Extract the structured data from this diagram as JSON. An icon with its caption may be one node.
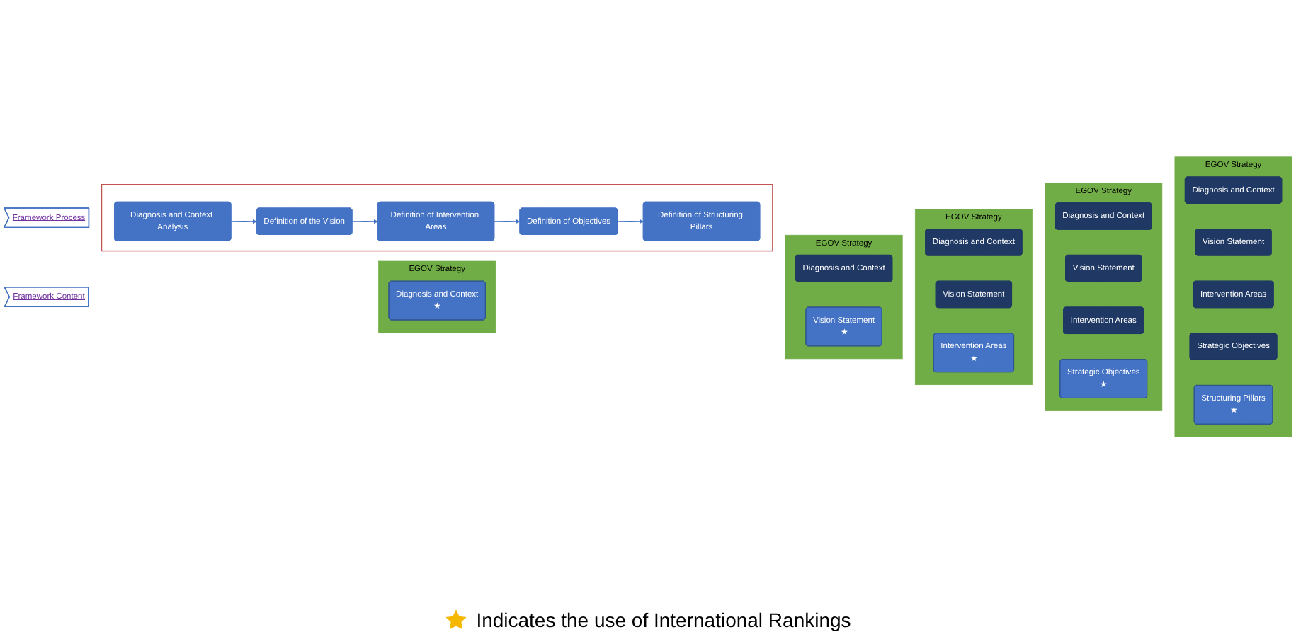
{
  "diagram": {
    "nodes": [
      {
        "text": [
          "Framework Process"
        ]
      },
      {
        "text": [],
        "shape": "box"
      },
      {
        "text": [
          "Diagnosis and Context Analysis"
        ],
        "in": 1
      },
      {
        "text": [
          "Definition of the Vision"
        ],
        "in": 1
      },
      {
        "text": [
          "Definition of Intervention Areas"
        ],
        "in": 1
      },
      {
        "text": [
          "Definition of Objectives"
        ],
        "in": 1
      },
      {
        "text": [
          "Definition of Structuring Pillars"
        ],
        "in": 1
      },
      {
        "text": [
          "Framework Content"
        ]
      },
      {
        "text": [
          "EGOV Strategy"
        ]
      },
      {
        "text": [
          "Diagnosis and Context",
          "★"
        ],
        "in": 8
      },
      {
        "text": [
          "EGOV Strategy"
        ]
      },
      {
        "text": [
          "Diagnosis and Context"
        ],
        "in": 10
      },
      {
        "text": [
          "Vision Statement",
          "★"
        ],
        "in": 10
      },
      {
        "text": [
          "EGOV Strategy"
        ]
      },
      {
        "text": [
          "Diagnosis and Context"
        ],
        "in": 13
      },
      {
        "text": [
          "Vision Statement"
        ],
        "in": 13
      },
      {
        "text": [
          "Intervention Areas",
          "★"
        ],
        "in": 13
      },
      {
        "text": [
          "EGOV Strategy"
        ]
      },
      {
        "text": [
          "Diagnosis and Context"
        ],
        "in": 17
      },
      {
        "text": [
          "Vision Statement"
        ],
        "in": 17
      },
      {
        "text": [
          "Intervention Areas"
        ],
        "in": 17
      },
      {
        "text": [
          "Strategic Objectives",
          "★"
        ],
        "in": 17
      },
      {
        "text": [
          "EGOV Strategy"
        ]
      },
      {
        "text": [
          "Diagnosis and Context"
        ],
        "in": 22
      },
      {
        "text": [
          "Vision Statement"
        ],
        "in": 22
      },
      {
        "text": [
          "Intervention Areas"
        ],
        "in": 22
      },
      {
        "text": [
          "Strategic Objectives"
        ],
        "in": 22
      },
      {
        "text": [
          "Structuring Pillars",
          "★"
        ],
        "in": 22
      }
    ],
    "edges": [
      {
        "from": 2,
        "to": 3,
        "arrow": "to"
      },
      {
        "from": 3,
        "to": 4,
        "arrow": "to"
      },
      {
        "from": 4,
        "to": 5,
        "arrow": "to"
      },
      {
        "from": 5,
        "to": 6,
        "arrow": "to"
      }
    ],
    "legend": [
      {
        "text": "Indicates the use of International Rankings"
      }
    ]
  }
}
